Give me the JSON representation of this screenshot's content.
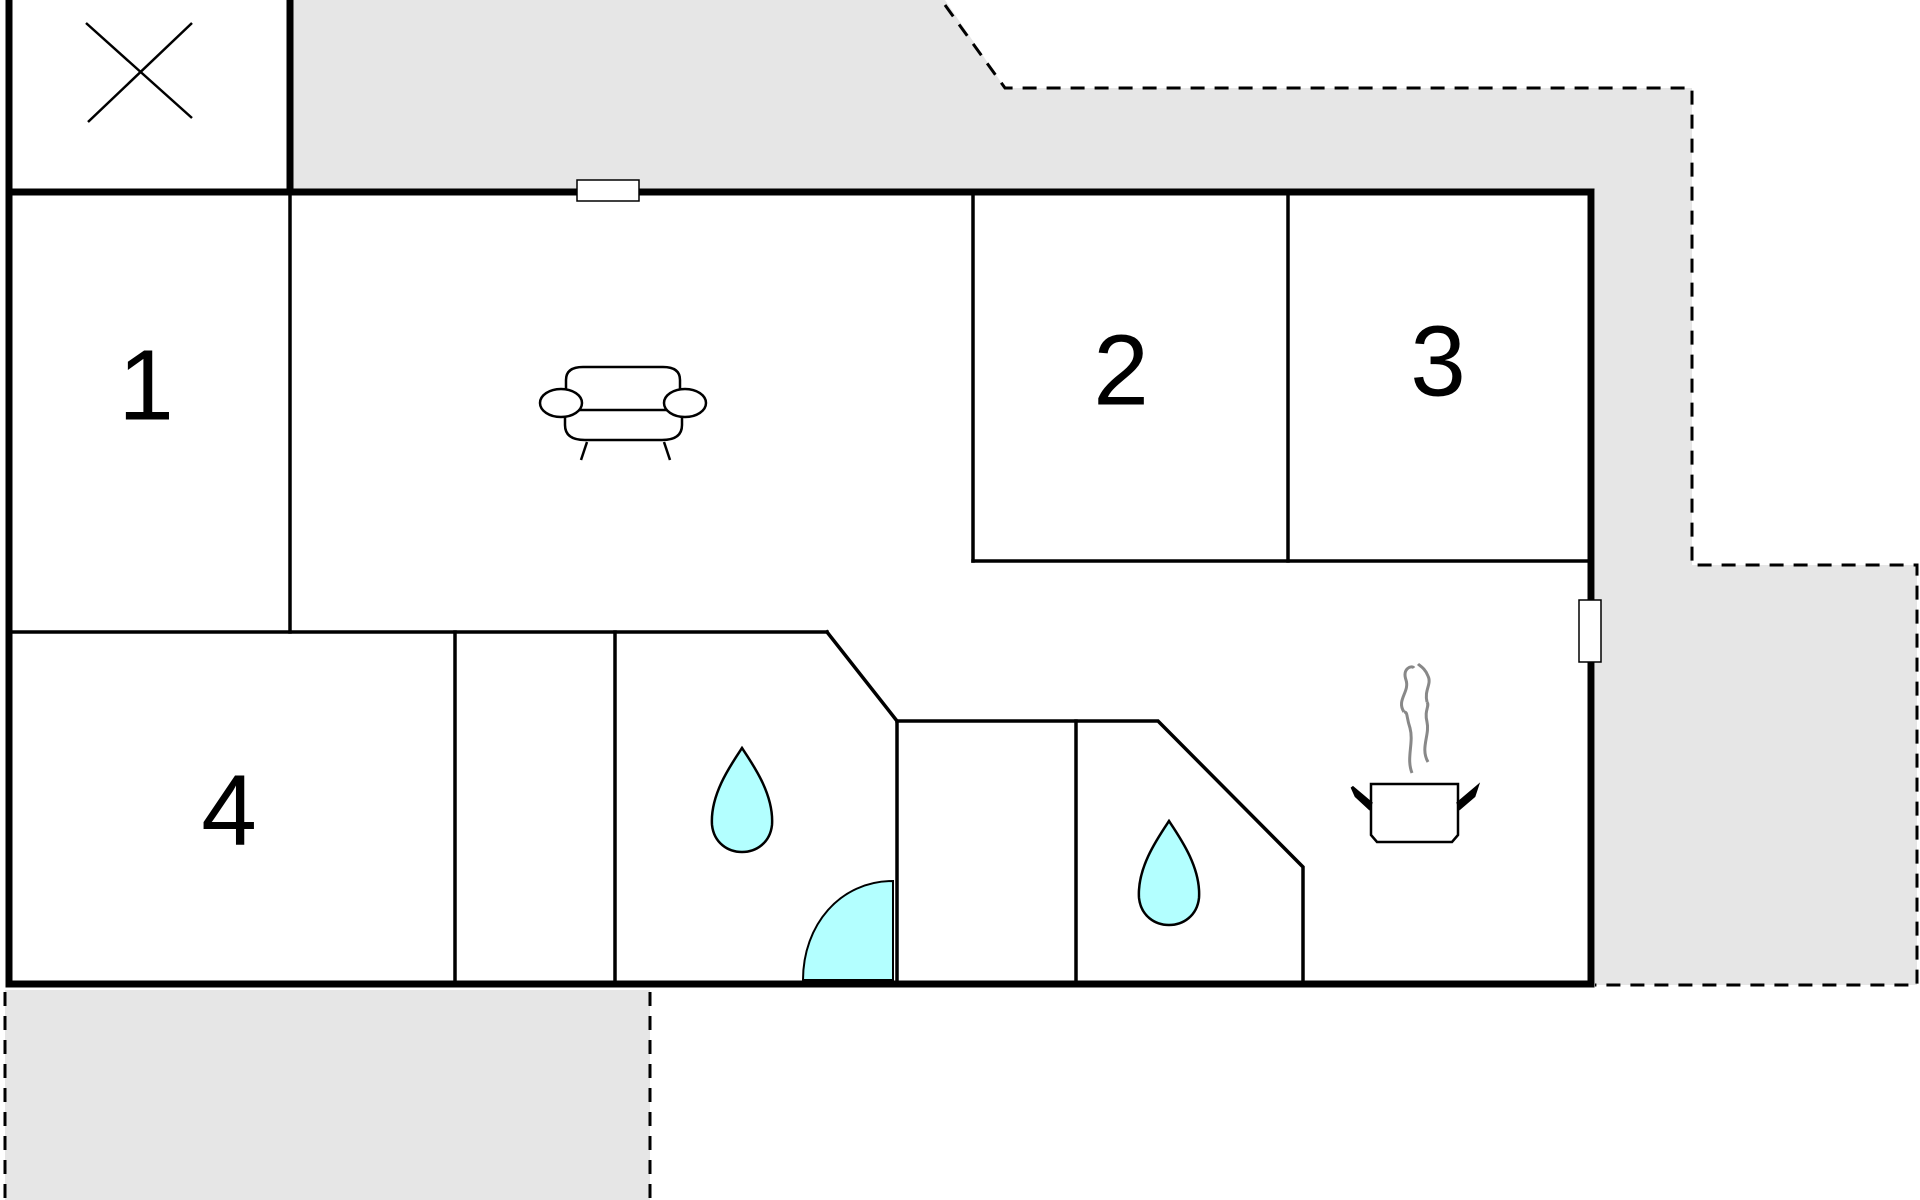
{
  "plan": {
    "rooms": [
      {
        "id": "bedroom-1",
        "label": "1"
      },
      {
        "id": "bedroom-2",
        "label": "2"
      },
      {
        "id": "bedroom-3",
        "label": "3"
      },
      {
        "id": "bedroom-4",
        "label": "4"
      }
    ],
    "icons": [
      "sofa-icon",
      "water-drop-icon",
      "water-drop-icon",
      "cooking-pot-icon",
      "cross-icon"
    ],
    "colors": {
      "terrace": "#e6e6e6",
      "water": "#b3ffff",
      "walls": "#000000",
      "steam": "#888888"
    }
  }
}
